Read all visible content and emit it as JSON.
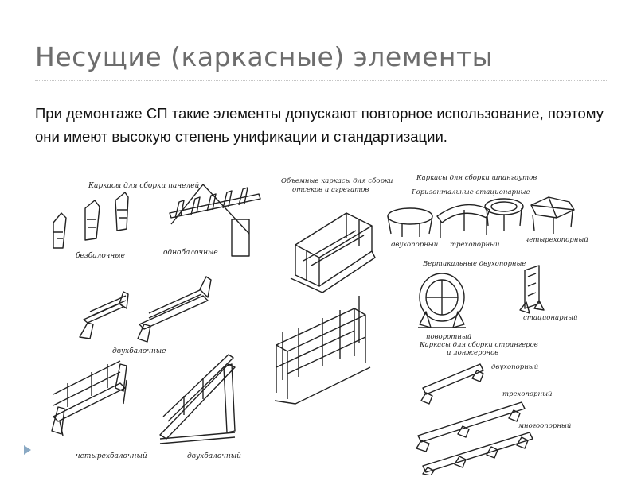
{
  "slide": {
    "title": "Несущие (каркасные) элементы",
    "body": "При демонтаже СП такие элементы допускают повторное использование, поэтому они имеют высокую степень унификации и стандартизации."
  },
  "figure": {
    "group_panels": "Каркасы для сборки панелей",
    "label_bezbalochnye": "безбалочные",
    "label_odnobalochnye": "однобалочные",
    "group_volume": "Объемные каркасы для сборки",
    "group_volume_2": "отсеков и агрегатов",
    "label_dvuhbalochnye": "двухбалочные",
    "label_chetyrehbalochnyi": "четырехбалочный",
    "label_dvuhbalochnyi": "двухбалочный",
    "group_shpangout": "Каркасы для сборки шпангоутов",
    "group_horizontal": "Горизонтальные  стационарные",
    "label_dvuhopornyi": "двухопорный",
    "label_trehopornyi": "трехопорный",
    "label_chetyrehopornyi": "четырехопорный",
    "group_vertical": "Вертикальные двухопорные",
    "label_povorotnyi": "поворотный",
    "label_stacionarnyi": "стационарный",
    "group_stringers": "Каркасы для сборки стрингеров",
    "group_stringers_2": "и лонжеронов",
    "label_s_dvuhopornyi": "двухопорный",
    "label_s_trehopornyi": "трехопорный",
    "label_mnogoopornyi": "многоопорный"
  }
}
